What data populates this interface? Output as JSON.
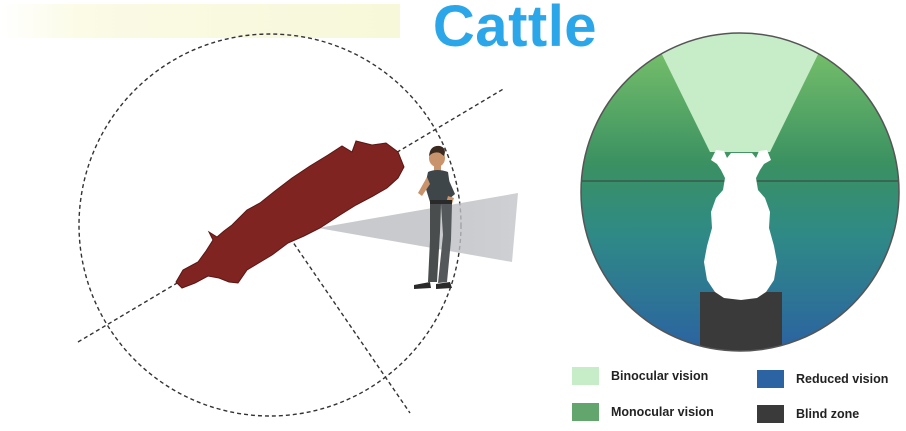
{
  "title": "Cattle",
  "legend": [
    {
      "label": "Binocular vision",
      "color": "#c6ecc8"
    },
    {
      "label": "Monocular vision",
      "color": "#63a66d"
    },
    {
      "label": "Reduced vision",
      "color": "#2c63a3"
    },
    {
      "label": "Blind zone",
      "color": "#3a3a3a"
    }
  ],
  "colors": {
    "cow": "#7f2420",
    "cow_outline": "#5a1714",
    "vision_cone": "#d5d7db",
    "binocular": "#c6ecc8",
    "monocular_top": "#7bc36b",
    "reduced": "#2c63a3",
    "blind": "#3a3a3a"
  }
}
